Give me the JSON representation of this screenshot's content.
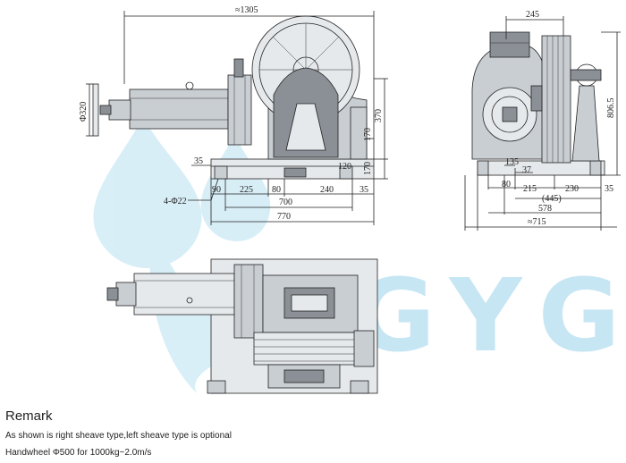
{
  "watermark": {
    "text": "GYG",
    "color": "#c6e6f4"
  },
  "colors": {
    "line": "#222222",
    "metal": "#c9ced3",
    "metal_dark": "#8a9096"
  },
  "dimensions": {
    "overall_length": "≈1305",
    "motor_dia": "Φ320",
    "sheave_width": "245",
    "overall_height": "806.5",
    "height_370": "370",
    "height_170_upper": "170",
    "height_170_lower": "170",
    "height_120": "120",
    "left_35": "35",
    "holes": "4-Φ22",
    "base_90": "90",
    "base_225": "225",
    "base_80": "80",
    "base_240": "240",
    "base_35": "35",
    "base_700": "700",
    "base_770": "770",
    "side_135": "135",
    "side_37": "37",
    "side_80": "80",
    "side_215": "215",
    "side_230": "230",
    "side_35": "35",
    "side_445": "(445)",
    "side_578": "578",
    "side_715": "≈715"
  },
  "remark": {
    "title": "Remark",
    "line1": "As shown is right sheave type,left sheave type is optional",
    "line2": "Handwheel Φ500 for 1000kg~2.0m/s"
  }
}
